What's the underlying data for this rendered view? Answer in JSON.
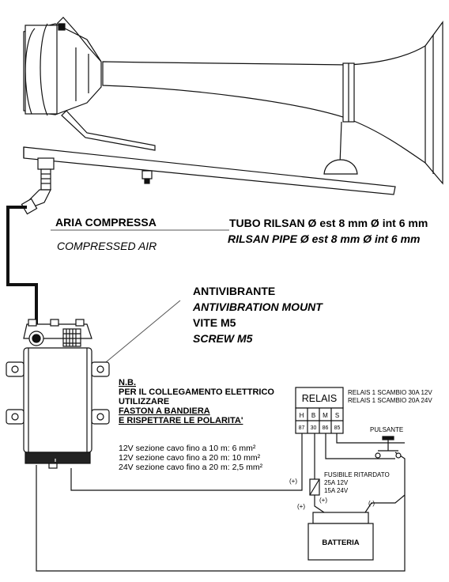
{
  "labels": {
    "aria_compressa": "ARIA COMPRESSA",
    "compressed_air": "COMPRESSED AIR",
    "tubo_rilsan": "TUBO RILSAN Ø est 8 mm Ø int 6 mm",
    "rilsan_pipe": "RILSAN PIPE Ø est 8 mm Ø int 6 mm",
    "antivibrante": "ANTIVIBRANTE",
    "antivibration_mount": "ANTIVIBRATION MOUNT",
    "vite_m5": "VITE M5",
    "screw_m5": "SCREW M5"
  },
  "note": {
    "nb": "N.B.",
    "line1": "PER IL COLLEGAMENTO ELETTRICO",
    "line2": "UTILIZZARE",
    "line3": "FASTON A BANDIERA",
    "line4": "E RISPETTARE LE POLARITA'"
  },
  "cable_sections": [
    "12V sezione cavo fino a 10 m: 6 mm²",
    "12V sezione cavo fino a 20 m: 10 mm²",
    "24V sezione cavo fino a 20 m: 2,5 mm²"
  ],
  "relay": {
    "title": "RELAIS",
    "spec1": "RELAIS 1 SCAMBIO 30A 12V",
    "spec2": "RELAIS 1 SCAMBIO 20A 24V",
    "pins_top": [
      "H",
      "B",
      "M",
      "S"
    ],
    "pins_bottom": [
      "87",
      "30",
      "86",
      "85"
    ]
  },
  "pulsante": "PULSANTE",
  "fuse": {
    "title": "FUSIBILE RITARDATO",
    "spec1": "25A 12V",
    "spec2": "15A 24V"
  },
  "polarity": {
    "plus": "(+)",
    "minus": "(-)"
  },
  "battery": "BATTERIA"
}
